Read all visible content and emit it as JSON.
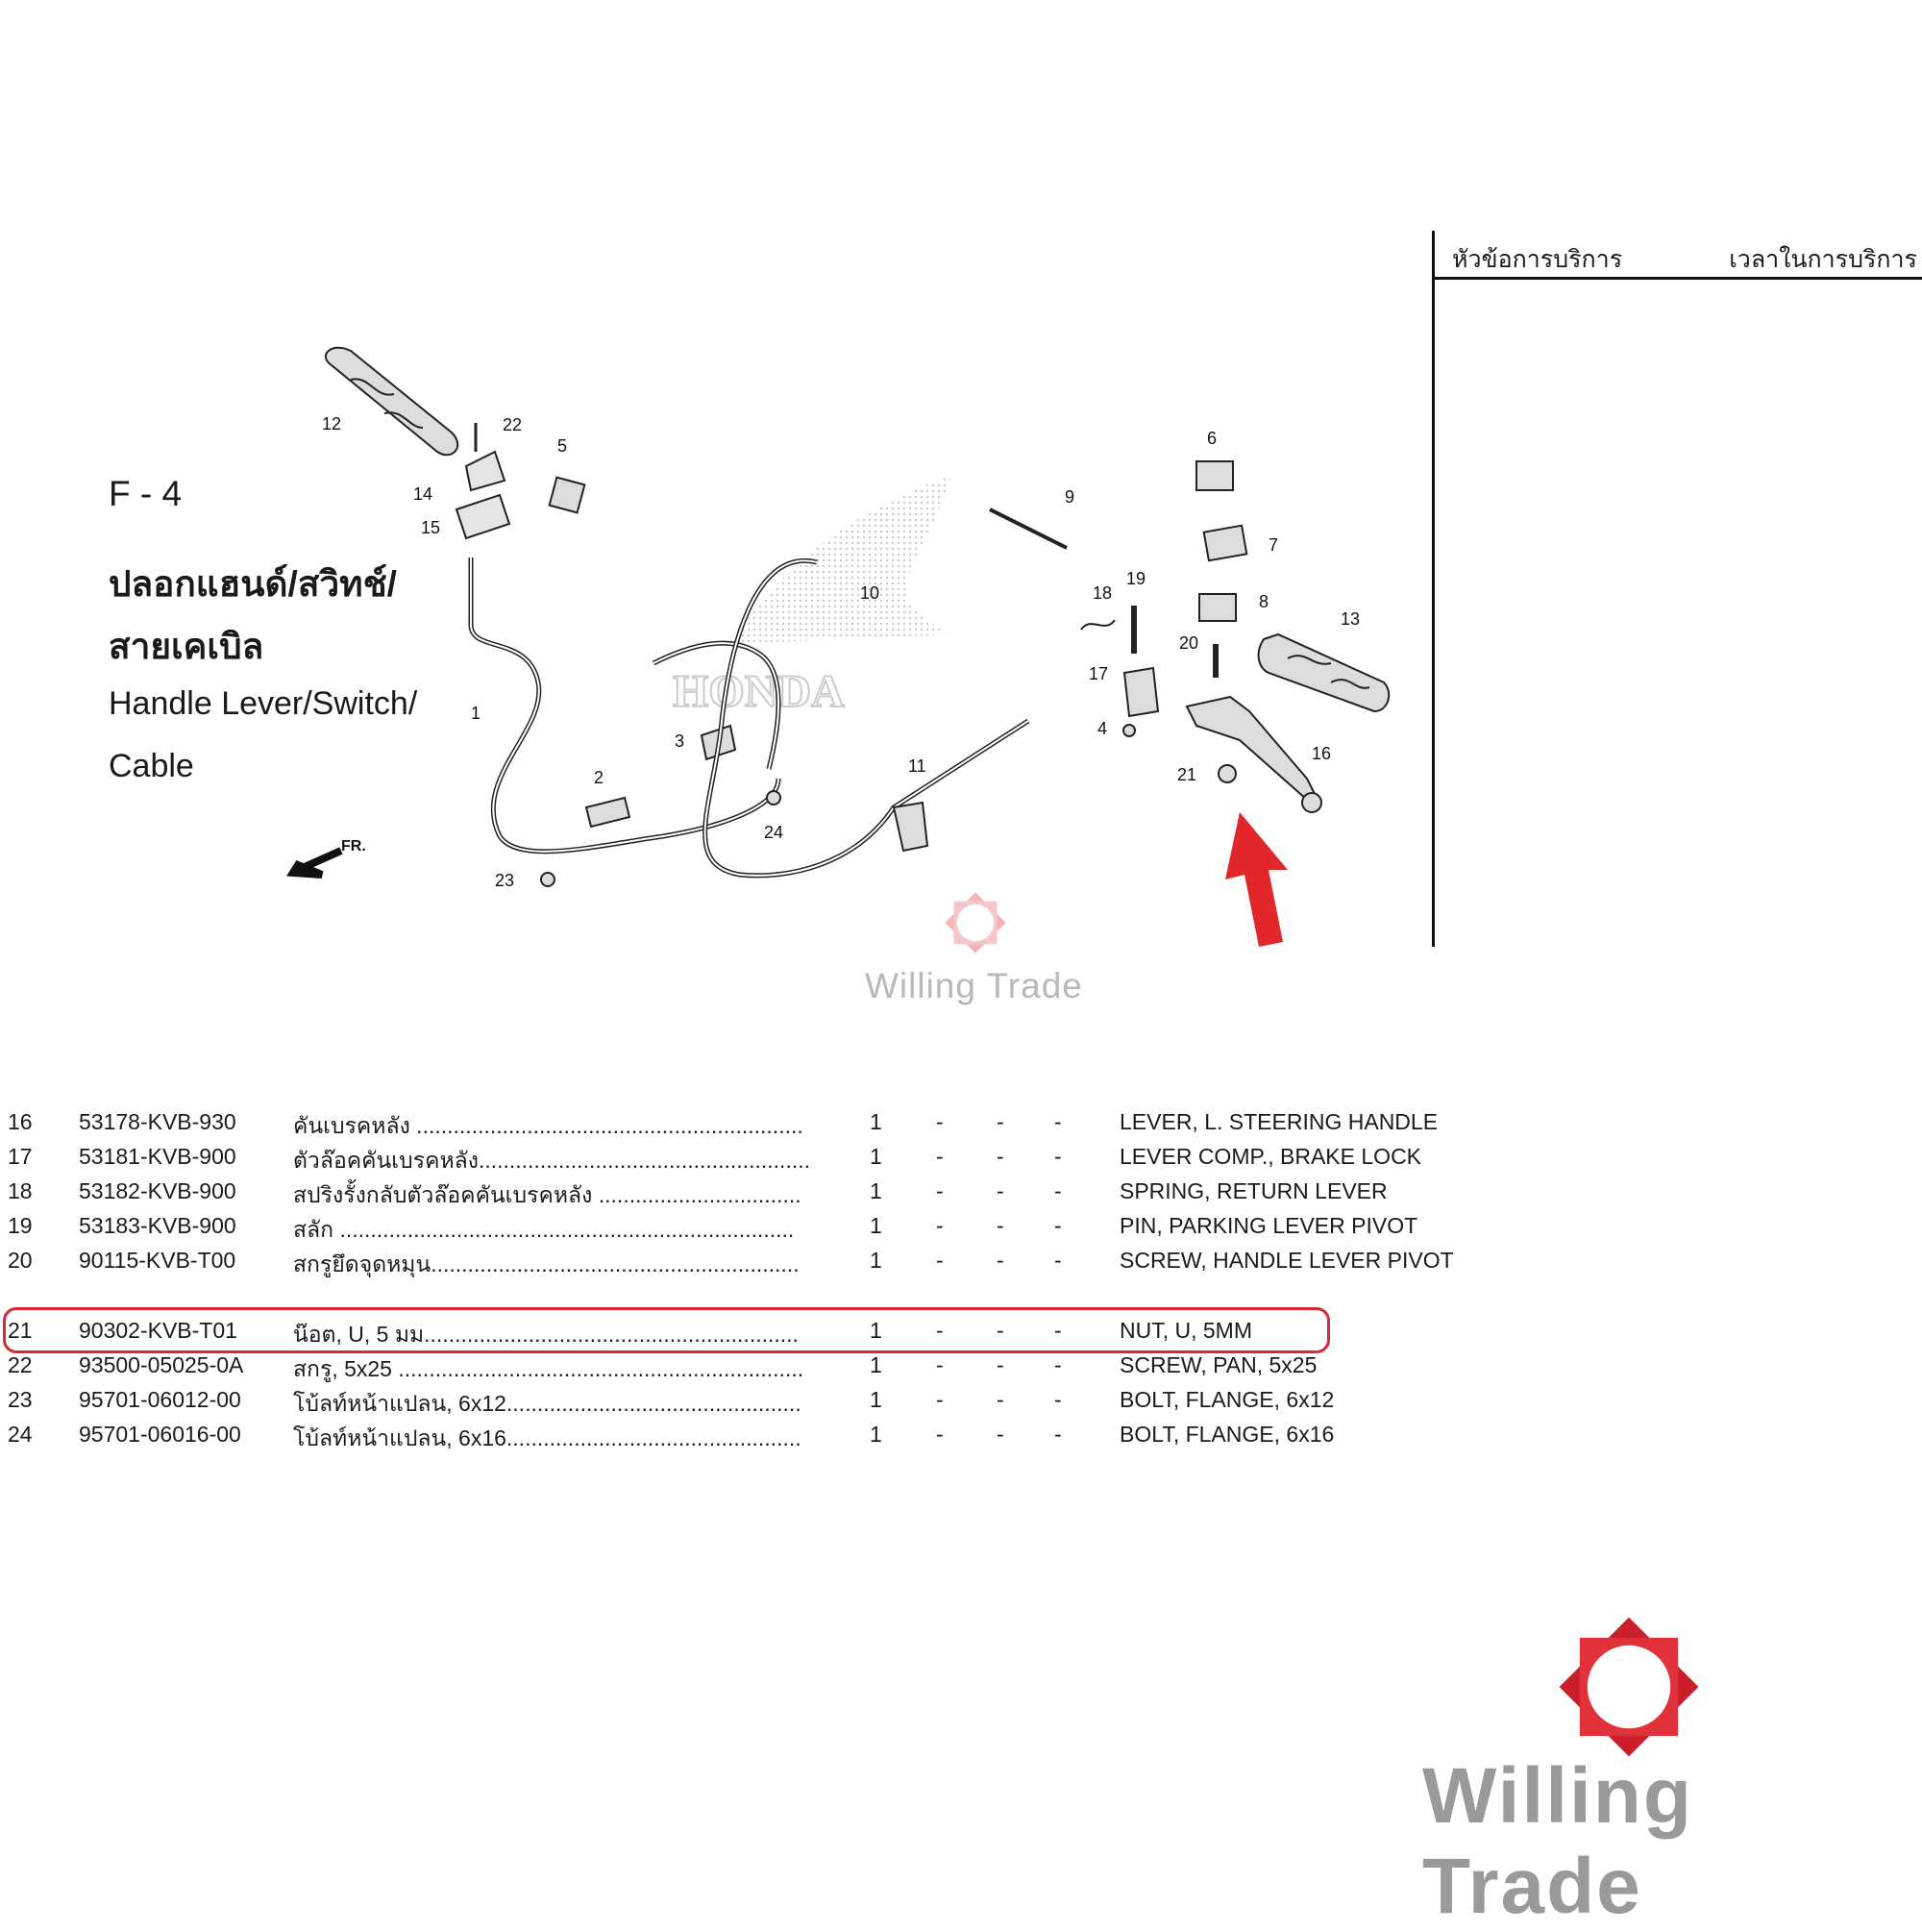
{
  "service_panel": {
    "col1": "หัวข้อการบริการ",
    "col2": "เวลาในการบริการ"
  },
  "figure": {
    "code": "F - 4",
    "title_th_line1": "ปลอกแฮนด์/สวิทช์/",
    "title_th_line2": "สายเคเบิล",
    "title_en_line1": "Handle Lever/Switch/",
    "title_en_line2": "Cable",
    "fr_label": "FR."
  },
  "callouts": [
    "1",
    "2",
    "3",
    "4",
    "5",
    "6",
    "7",
    "8",
    "9",
    "10",
    "11",
    "12",
    "13",
    "14",
    "15",
    "16",
    "17",
    "18",
    "19",
    "20",
    "21",
    "22",
    "23",
    "24"
  ],
  "brand": {
    "watermark_small": "Willing Trade",
    "watermark_large": "Willing Trade",
    "diagram_watermark": "HONDA",
    "accent_color": "#d62b35"
  },
  "parts": [
    {
      "no": "16",
      "part_number": "53178-KVB-930",
      "name_th": "คันเบรคหลัง ...............................................................",
      "qty": "1",
      "d1": "-",
      "d2": "-",
      "d3": "-",
      "name_en": "LEVER, L. STEERING HANDLE"
    },
    {
      "no": "17",
      "part_number": "53181-KVB-900",
      "name_th": "ตัวล๊อคคันเบรคหลัง......................................................",
      "qty": "1",
      "d1": "-",
      "d2": "-",
      "d3": "-",
      "name_en": "LEVER COMP., BRAKE LOCK"
    },
    {
      "no": "18",
      "part_number": "53182-KVB-900",
      "name_th": "สปริงรั้งกลับตัวล๊อคคันเบรคหลัง .................................",
      "qty": "1",
      "d1": "-",
      "d2": "-",
      "d3": "-",
      "name_en": "SPRING, RETURN LEVER"
    },
    {
      "no": "19",
      "part_number": "53183-KVB-900",
      "name_th": "สลัก ..........................................................................",
      "qty": "1",
      "d1": "-",
      "d2": "-",
      "d3": "-",
      "name_en": "PIN, PARKING LEVER PIVOT"
    },
    {
      "no": "20",
      "part_number": "90115-KVB-T00",
      "name_th": "สกรูยึดจุดหมุน............................................................",
      "qty": "1",
      "d1": "-",
      "d2": "-",
      "d3": "-",
      "name_en": "SCREW, HANDLE LEVER PIVOT"
    },
    {
      "no": "21",
      "part_number": "90302-KVB-T01",
      "name_th": "น๊อต, U, 5 มม.............................................................",
      "qty": "1",
      "d1": "-",
      "d2": "-",
      "d3": "-",
      "name_en": "NUT, U, 5MM"
    },
    {
      "no": "22",
      "part_number": "93500-05025-0A",
      "name_th": "สกรู, 5x25 ..................................................................",
      "qty": "1",
      "d1": "-",
      "d2": "-",
      "d3": "-",
      "name_en": "SCREW, PAN, 5x25"
    },
    {
      "no": "23",
      "part_number": "95701-06012-00",
      "name_th": "โบ้ลท์หน้าแปลน, 6x12................................................",
      "qty": "1",
      "d1": "-",
      "d2": "-",
      "d3": "-",
      "name_en": "BOLT, FLANGE, 6x12"
    },
    {
      "no": "24",
      "part_number": "95701-06016-00",
      "name_th": "โบ้ลท์หน้าแปลน, 6x16................................................",
      "qty": "1",
      "d1": "-",
      "d2": "-",
      "d3": "-",
      "name_en": "BOLT, FLANGE, 6x16"
    }
  ]
}
